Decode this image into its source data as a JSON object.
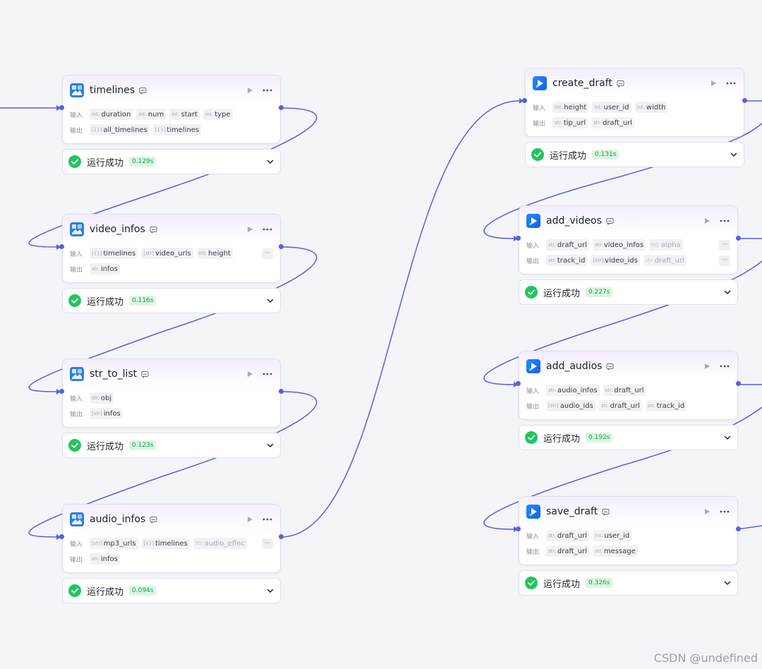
{
  "nodes": [
    {
      "id": "timelines",
      "icon": "app-icon",
      "title": "timelines",
      "input_label": "输入",
      "output_label": "输出",
      "inputs": [
        {
          "type": "int.",
          "name": "duration"
        },
        {
          "type": "int.",
          "name": "num"
        },
        {
          "type": "int.",
          "name": "start"
        },
        {
          "type": "int.",
          "name": "type"
        }
      ],
      "outputs": [
        {
          "type": "[{}]",
          "name": "all_timelines"
        },
        {
          "type": "[{}]",
          "name": "timelines"
        }
      ],
      "status": "运行成功",
      "time": "0.129s"
    },
    {
      "id": "video_infos",
      "icon": "app-icon",
      "title": "video_infos",
      "input_label": "输入",
      "output_label": "输出",
      "inputs": [
        {
          "type": "[{}]",
          "name": "timelines"
        },
        {
          "type": "[str]",
          "name": "video_urls"
        },
        {
          "type": "int.",
          "name": "height"
        }
      ],
      "input_overflow": "···",
      "outputs": [
        {
          "type": "str.",
          "name": "infos"
        }
      ],
      "status": "运行成功",
      "time": "0.116s"
    },
    {
      "id": "str_to_list",
      "icon": "app-icon",
      "title": "str_to_list",
      "input_label": "输入",
      "output_label": "输出",
      "inputs": [
        {
          "type": "str.",
          "name": "obj"
        }
      ],
      "outputs": [
        {
          "type": "[str]",
          "name": "infos"
        }
      ],
      "status": "运行成功",
      "time": "0.123s"
    },
    {
      "id": "audio_infos",
      "icon": "app-icon",
      "title": "audio_infos",
      "input_label": "输入",
      "output_label": "输出",
      "inputs": [
        {
          "type": "[str]",
          "name": "mp3_urls"
        },
        {
          "type": "[{}]",
          "name": "timelines"
        },
        {
          "type": "str.",
          "name": "audio_effec",
          "faded": true
        }
      ],
      "input_overflow": "···",
      "outputs": [
        {
          "type": "str.",
          "name": "infos"
        }
      ],
      "status": "运行成功",
      "time": "0.094s"
    },
    {
      "id": "create_draft",
      "icon": "play-app-icon",
      "title": "create_draft",
      "input_label": "输入",
      "output_label": "输出",
      "inputs": [
        {
          "type": "int.",
          "name": "height"
        },
        {
          "type": "int.",
          "name": "user_id"
        },
        {
          "type": "int.",
          "name": "width"
        }
      ],
      "outputs": [
        {
          "type": "str.",
          "name": "tip_url"
        },
        {
          "type": "str.",
          "name": "draft_url"
        }
      ],
      "status": "运行成功",
      "time": "0.131s"
    },
    {
      "id": "add_videos",
      "icon": "play-app-icon",
      "title": "add_videos",
      "input_label": "输入",
      "output_label": "输出",
      "inputs": [
        {
          "type": "str.",
          "name": "draft_url"
        },
        {
          "type": "str.",
          "name": "video_infos"
        },
        {
          "type": "N0.",
          "name": "alpha",
          "faded": true
        }
      ],
      "input_overflow": "···",
      "outputs": [
        {
          "type": "str.",
          "name": "track_id"
        },
        {
          "type": "[str]",
          "name": "video_ids"
        },
        {
          "type": "str.",
          "name": "draft_url",
          "faded": true
        }
      ],
      "output_overflow": "···",
      "status": "运行成功",
      "time": "0.227s"
    },
    {
      "id": "add_audios",
      "icon": "play-app-icon",
      "title": "add_audios",
      "input_label": "输入",
      "output_label": "输出",
      "inputs": [
        {
          "type": "str.",
          "name": "audio_infos"
        },
        {
          "type": "str.",
          "name": "draft_url"
        }
      ],
      "outputs": [
        {
          "type": "[str]",
          "name": "audio_ids"
        },
        {
          "type": "str.",
          "name": "draft_url"
        },
        {
          "type": "str.",
          "name": "track_id"
        }
      ],
      "status": "运行成功",
      "time": "0.192s"
    },
    {
      "id": "save_draft",
      "icon": "play-app-icon",
      "title": "save_draft",
      "input_label": "输入",
      "output_label": "输出",
      "inputs": [
        {
          "type": "str.",
          "name": "draft_url"
        },
        {
          "type": "int.",
          "name": "user_id"
        }
      ],
      "outputs": [
        {
          "type": "str.",
          "name": "draft_url"
        },
        {
          "type": "str.",
          "name": "message"
        }
      ],
      "status": "运行成功",
      "time": "0.326s"
    }
  ],
  "colors": {
    "edge": "#5a5ee0",
    "success": "#22c55e",
    "success_text": "#16a34a",
    "success_bg": "#dcf5e3"
  },
  "watermark": "CSDN @undefined"
}
